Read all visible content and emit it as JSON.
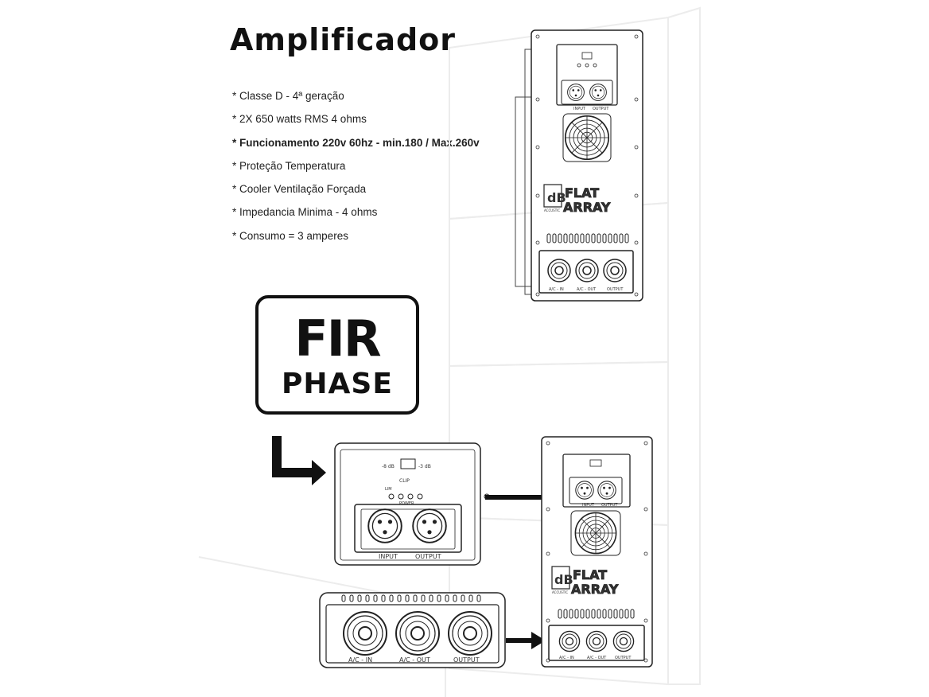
{
  "title": "Amplificador",
  "specs": [
    {
      "text": "* Classe D - 4ª geração",
      "bold": false
    },
    {
      "text": "* 2X 650 watts RMS 4 ohms",
      "bold": false
    },
    {
      "text": "* Funcionamento 220v 60hz - min.180 / Max.260v",
      "bold": true
    },
    {
      "text": "* Proteção Temperatura",
      "bold": false
    },
    {
      "text": "* Cooler Ventilação Forçada",
      "bold": false
    },
    {
      "text": "* Impedancia Minima - 4 ohms",
      "bold": false
    },
    {
      "text": "* Consumo = 3 amperes",
      "bold": false
    }
  ],
  "logo": {
    "line1": "FIR",
    "line2": "PHASE"
  },
  "panel": {
    "brand_badge": "dB",
    "brand_sub": "ACCUSTIC",
    "brand_line1": "FLAT",
    "brand_line2": "ARRAY",
    "input_label": "INPUT",
    "output_label": "OUTPUT",
    "ac_in_label": "A/C - IN",
    "ac_out_label": "A/C - OUT",
    "ac_output_label": "OUTPUT",
    "gain_low": "-8 dB",
    "gain_high": "-3 dB",
    "clip_label": "CLIP",
    "lim_label": "LIM",
    "power_label": "POWER"
  },
  "colors": {
    "line": "#222222",
    "ghost": "#e6e6e6"
  }
}
